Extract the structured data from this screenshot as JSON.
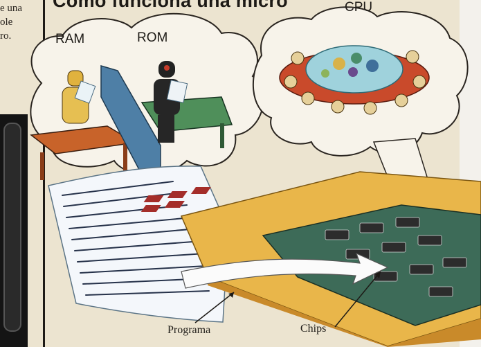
{
  "title": "Cómo funciona una micro",
  "side_text": [
    "e una",
    "ole",
    "ro."
  ],
  "bubbles": {
    "ram": "RAM",
    "rom": "ROM",
    "cpu": "CPU"
  },
  "captions": {
    "programa": "Programa",
    "chips": "Chips"
  },
  "colors": {
    "paper": "#ece4d0",
    "ram_desk": "#c8632a",
    "rom_desk": "#4f8f5a",
    "divider": "#4e7fa6",
    "cpu_ring": "#c94a2b",
    "keyboard": "#e9b64a",
    "board": "#3d6b58",
    "program_sheet": "#f4f7fb"
  }
}
